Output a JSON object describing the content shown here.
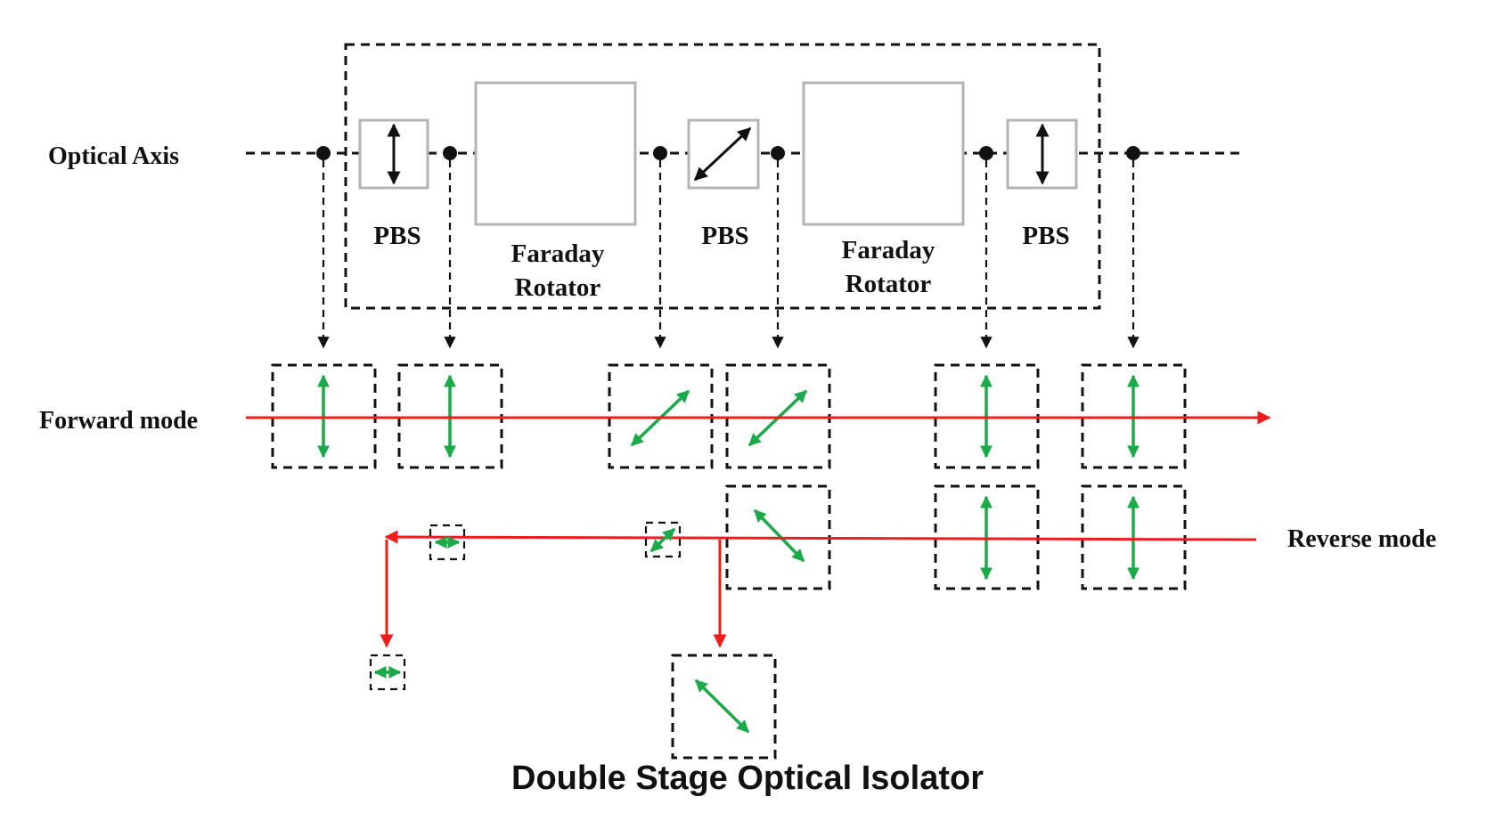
{
  "labels": {
    "optical_axis": "Optical Axis",
    "forward_mode": "Forward mode",
    "reverse_mode": "Reverse mode",
    "title": "Double Stage Optical Isolator"
  },
  "components": {
    "pbs_1": "PBS",
    "faraday_1_line1": "Faraday",
    "faraday_1_line2": "Rotator",
    "pbs_2": "PBS",
    "faraday_2_line1": "Faraday",
    "faraday_2_line2": "Rotator",
    "pbs_3": "PBS"
  },
  "colors": {
    "beam": "#ee1c1c",
    "polarization": "#1aaa4a",
    "component_border": "#b3b3b3",
    "ink": "#111111"
  },
  "polarization_states": {
    "forward": [
      "vertical",
      "vertical",
      "diagonal-45",
      "diagonal-45",
      "vertical",
      "vertical"
    ],
    "reverse": [
      "vertical",
      "vertical",
      "diagonal-135"
    ],
    "rejected": [
      "horizontal",
      "horizontal",
      "diagonal-45",
      "diagonal-135"
    ]
  }
}
